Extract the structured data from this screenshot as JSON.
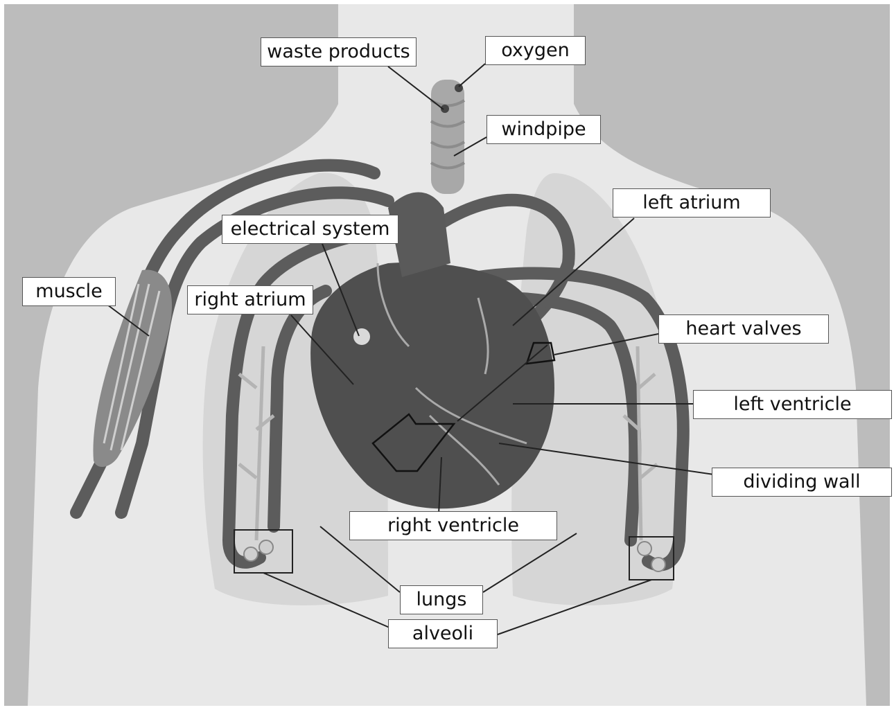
{
  "labels": {
    "waste_products": "waste products",
    "oxygen": "oxygen",
    "windpipe": "windpipe",
    "left_atrium": "left atrium",
    "electrical_system": "electrical system",
    "muscle": "muscle",
    "right_atrium": "right atrium",
    "heart_valves": "heart valves",
    "left_ventricle": "left ventricle",
    "dividing_wall": "dividing wall",
    "right_ventricle": "right ventricle",
    "lungs": "lungs",
    "alveoli": "alveoli"
  },
  "colors": {
    "outer_background": "#bcbcbc",
    "body": "#e8e8e8",
    "lung": "#d6d6d6",
    "vessel": "#5c5c5c",
    "heart": "#4f4f4f",
    "leader": "#222222"
  }
}
